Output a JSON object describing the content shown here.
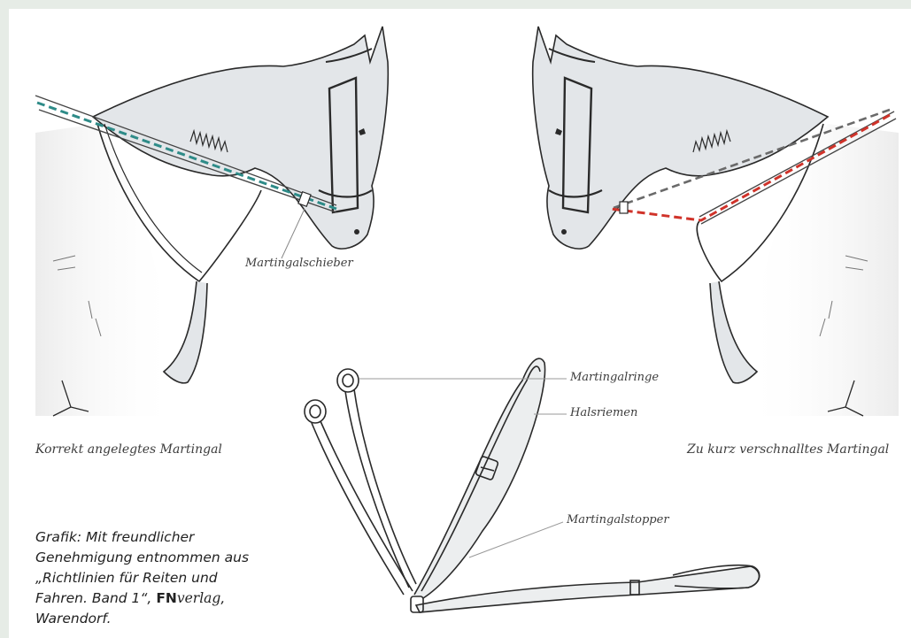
{
  "labels": {
    "slider": "Martingalschieber",
    "left_caption": "Korrekt angelegtes Martingal",
    "right_caption": "Zu kurz verschnalltes Martingal",
    "rings": "Martingalringe",
    "neck_strap": "Halsriemen",
    "stopper": "Martingalstopper"
  },
  "credit": {
    "text1": "Grafik: Mit freundlicher Genehmigung entnommen aus „Richtlinien für Reiten und Fahren. Band 1“,",
    "fn": "FN",
    "verlag": "verlag",
    "text2": ", Warendorf."
  },
  "colors": {
    "correct_rein": "#2e8b88",
    "short_rein": "#d0332a",
    "original_rein": "#6a6a6a",
    "horse_fill": "#e3e6e9",
    "outline": "#2a2a2a"
  }
}
